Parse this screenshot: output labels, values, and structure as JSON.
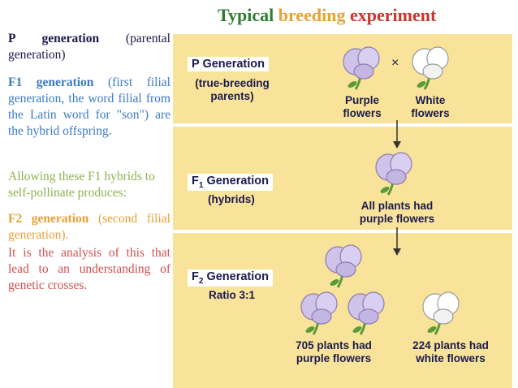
{
  "title": {
    "part1": "Typical",
    "part2": "breeding",
    "part3": "experiment"
  },
  "left_text": {
    "p_gen_bold": "P generation",
    "p_gen_rest": " (parental generation)",
    "f1_bold": "F1 generation",
    "f1_rest": " (first filial generation, the word filial from the Latin word for \"son\") are the hybrid offspring.",
    "allow": "Allowing these F1 hybrids to self-pollinate produces:",
    "f2_bold": "F2 generation",
    "f2_rest": " (second filial generation).",
    "f2_analysis": "It is the analysis of this that lead to an understanding of genetic crosses."
  },
  "diagram": {
    "p_generation": {
      "label": "P Generation",
      "sub": "(true-breeding parents)",
      "cross": "×",
      "purple": "Purple flowers",
      "white": "White flowers"
    },
    "f1_generation": {
      "label_prefix": "F",
      "label_sub": "1",
      "label_rest": " Generation",
      "sub": "(hybrids)",
      "result": "All plants had purple flowers"
    },
    "f2_generation": {
      "label_prefix": "F",
      "label_sub": "2",
      "label_rest": " Generation",
      "sub": "Ratio 3:1",
      "purple_result": "705 plants had purple flowers",
      "white_result": "224 plants had white flowers"
    },
    "colors": {
      "panel": "#f9e39a",
      "purple_flower": "#cfc3ea",
      "white_flower": "#ffffff",
      "stem": "#5a9a3a"
    }
  }
}
